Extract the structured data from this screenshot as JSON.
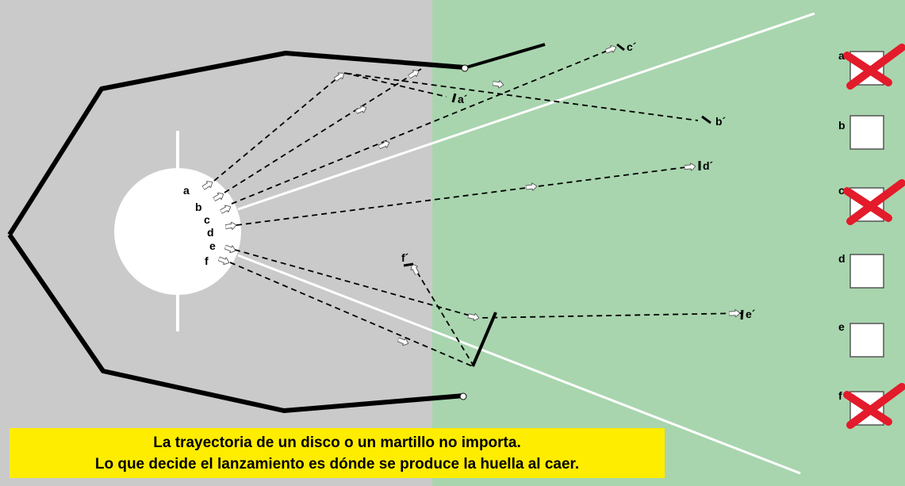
{
  "colors": {
    "cage_area": "#cacaca",
    "landing_area": "#a8d5ae",
    "circle": "#ffffff",
    "cage": "#000000",
    "sector_line": "#ffffff",
    "cross": "#e31b2a",
    "caption_background": "#ffed00"
  },
  "throws": [
    {
      "id": "a",
      "release_label": "a",
      "landing_label": "a´",
      "landing_valid": false
    },
    {
      "id": "b",
      "release_label": "b",
      "landing_label": "b´",
      "landing_valid": true
    },
    {
      "id": "c",
      "release_label": "c",
      "landing_label": "c´",
      "landing_valid": false
    },
    {
      "id": "d",
      "release_label": "d",
      "landing_label": "d´",
      "landing_valid": true
    },
    {
      "id": "e",
      "release_label": "e",
      "landing_label": "e´",
      "landing_valid": true
    },
    {
      "id": "f",
      "release_label": "f",
      "landing_label": "f´",
      "landing_valid": false
    }
  ],
  "checklist": [
    {
      "label": "a",
      "crossed": true
    },
    {
      "label": "b",
      "crossed": false
    },
    {
      "label": "c",
      "crossed": true
    },
    {
      "label": "d",
      "crossed": false
    },
    {
      "label": "e",
      "crossed": false
    },
    {
      "label": "f",
      "crossed": true
    }
  ],
  "caption": {
    "line1": "La trayectoria de un disco o un martillo no importa.",
    "line2": "Lo que decide el lanzamiento es dónde se produce la huella al caer."
  }
}
